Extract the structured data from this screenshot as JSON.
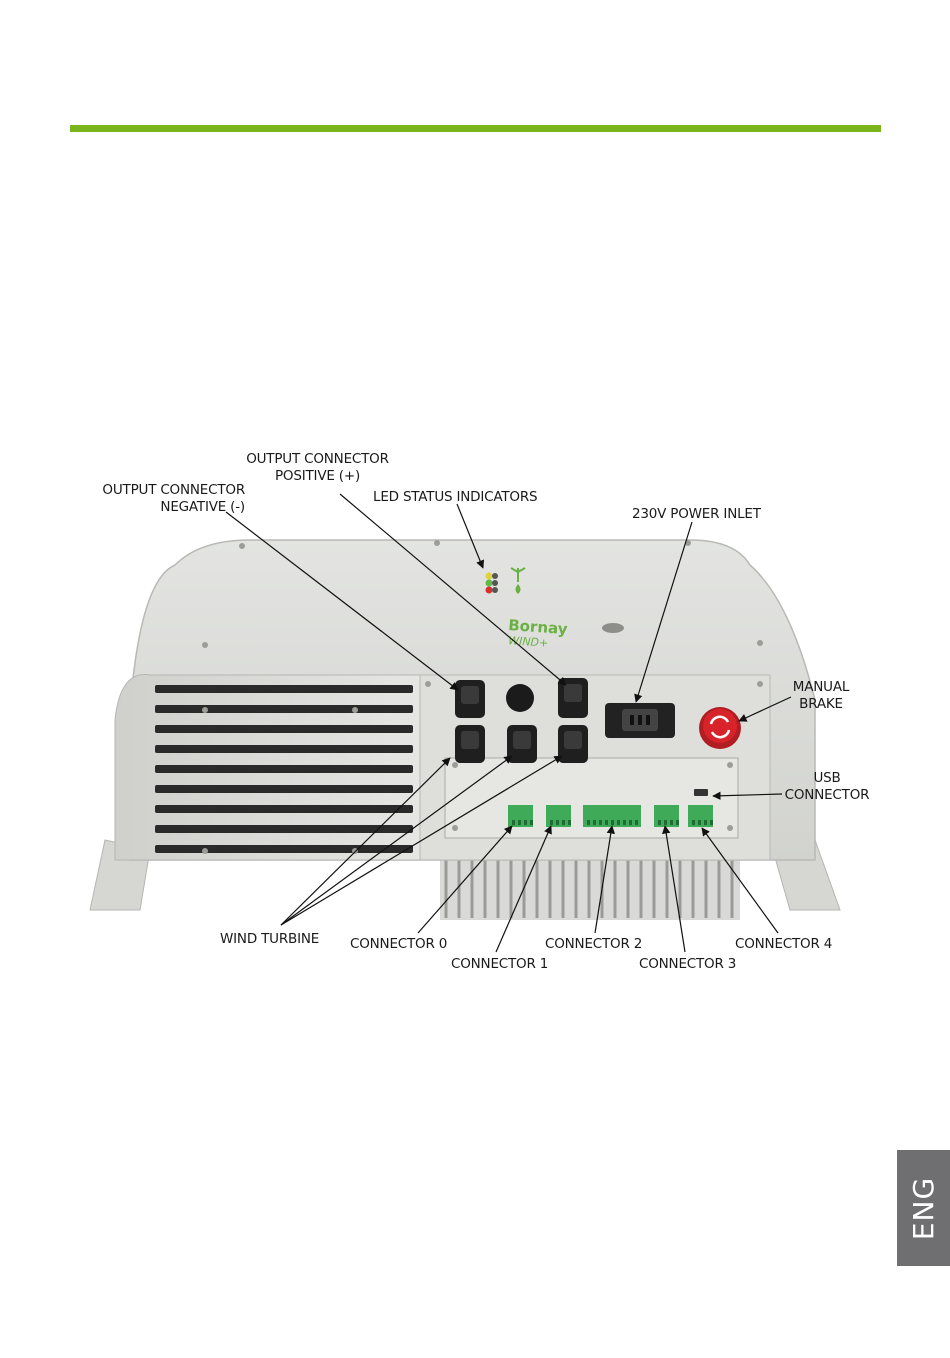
{
  "colors": {
    "accent": "#7ab51d",
    "tab_background": "#6f6f71",
    "brand_green": "#6bb043",
    "brake_red": "#d8232a"
  },
  "diagram": {
    "labels": {
      "output_positive": [
        "OUTPUT CONNECTOR",
        "POSITIVE (+)"
      ],
      "output_negative": [
        "OUTPUT CONNECTOR",
        "NEGATIVE (-)"
      ],
      "led_status": "LED STATUS INDICATORS",
      "power_inlet": "230V POWER INLET",
      "manual_brake": [
        "MANUAL",
        "BRAKE"
      ],
      "usb_connector": [
        "USB",
        "CONNECTOR"
      ],
      "wind_turbine": "WIND TURBINE",
      "connector_0": "CONNECTOR 0",
      "connector_1": "CONNECTOR 1",
      "connector_2": "CONNECTOR 2",
      "connector_3": "CONNECTOR 3",
      "connector_4": "CONNECTOR 4"
    },
    "logo": {
      "brand": "Bornay",
      "product": "WIND+"
    }
  },
  "language_tab": "ENG"
}
